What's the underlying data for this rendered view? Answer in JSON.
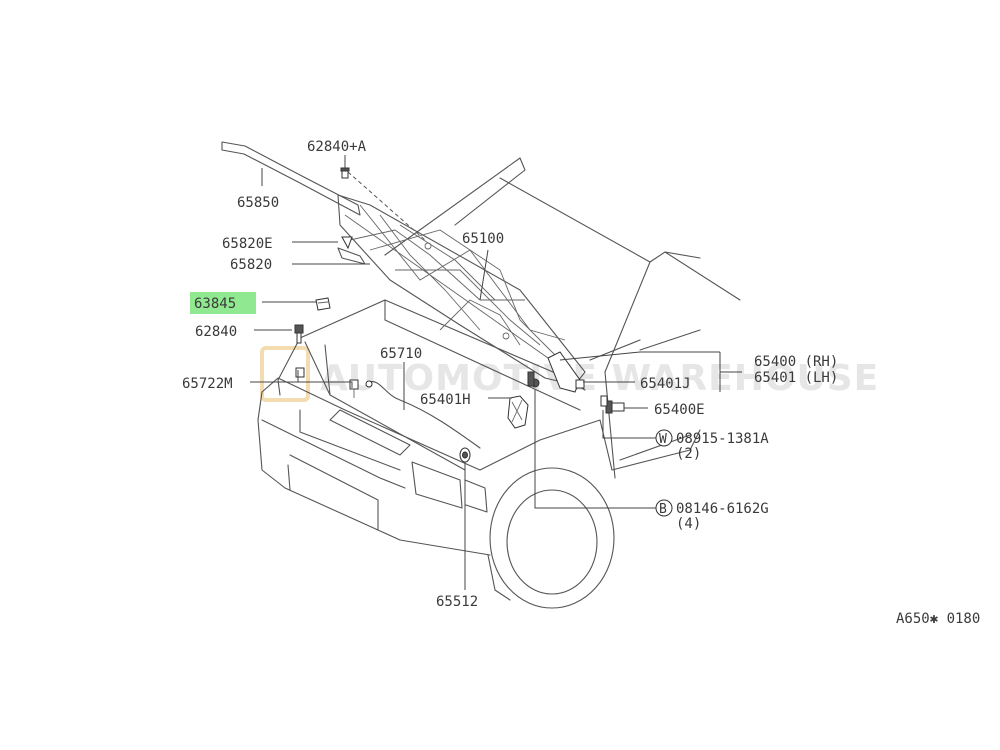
{
  "watermark": "AUTOMOTIVE WAREHOUSE",
  "figure_code": "A650✱ 0180",
  "highlight_color": "#90e890",
  "labels": {
    "p62840a": "62840+A",
    "p65850": "65850",
    "p65820e": "65820E",
    "p65820": "65820",
    "p63845": "63845",
    "p62840": "62840",
    "p65722m": "65722M",
    "p65710": "65710",
    "p65100": "65100",
    "p65401h": "65401H",
    "p65400": "65400 (RH)",
    "p65401": "65401 (LH)",
    "p65401j": "65401J",
    "p65400e": "65400E",
    "w_circle": "W",
    "w_part": "08915-1381A",
    "w_qty": "(2)",
    "b_circle": "B",
    "b_part": "08146-6162G",
    "b_qty": "(4)",
    "p65512": "65512"
  }
}
